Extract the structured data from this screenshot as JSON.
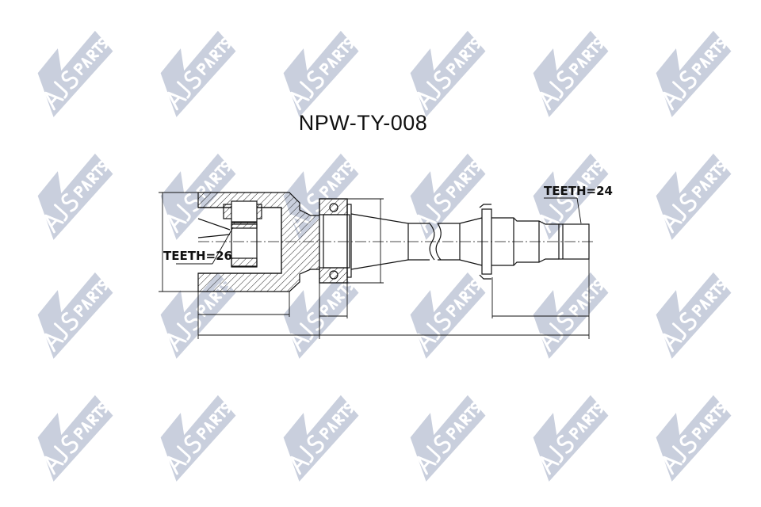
{
  "watermark": {
    "brand": "AJS",
    "suffix": "PARTS",
    "color": "#c9cfdd",
    "rows": 4,
    "cols": 6
  },
  "title": "NPW-TY-008",
  "labels": {
    "teeth_left": "TEETH=26",
    "teeth_right": "TEETH=24"
  }
}
